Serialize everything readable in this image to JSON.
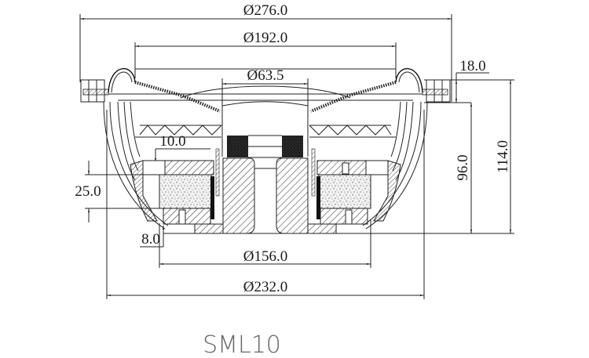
{
  "drawing": {
    "title": "SML10",
    "subject": "speaker cross-section",
    "units": "mm",
    "line_color": "#222222",
    "title_color": "#666666",
    "dimensions": {
      "overall_diameter": "Ø276.0",
      "cone_diameter": "Ø192.0",
      "voice_coil_diameter": "Ø63.5",
      "flange_height": "18.0",
      "mounting_depth": "96.0",
      "overall_depth": "114.0",
      "spider_offset": "10.0",
      "magnet_height": "25.0",
      "bottom_plate_offset": "8.0",
      "magnet_diameter": "Ø156.0",
      "cutout_diameter": "Ø232.0"
    }
  }
}
